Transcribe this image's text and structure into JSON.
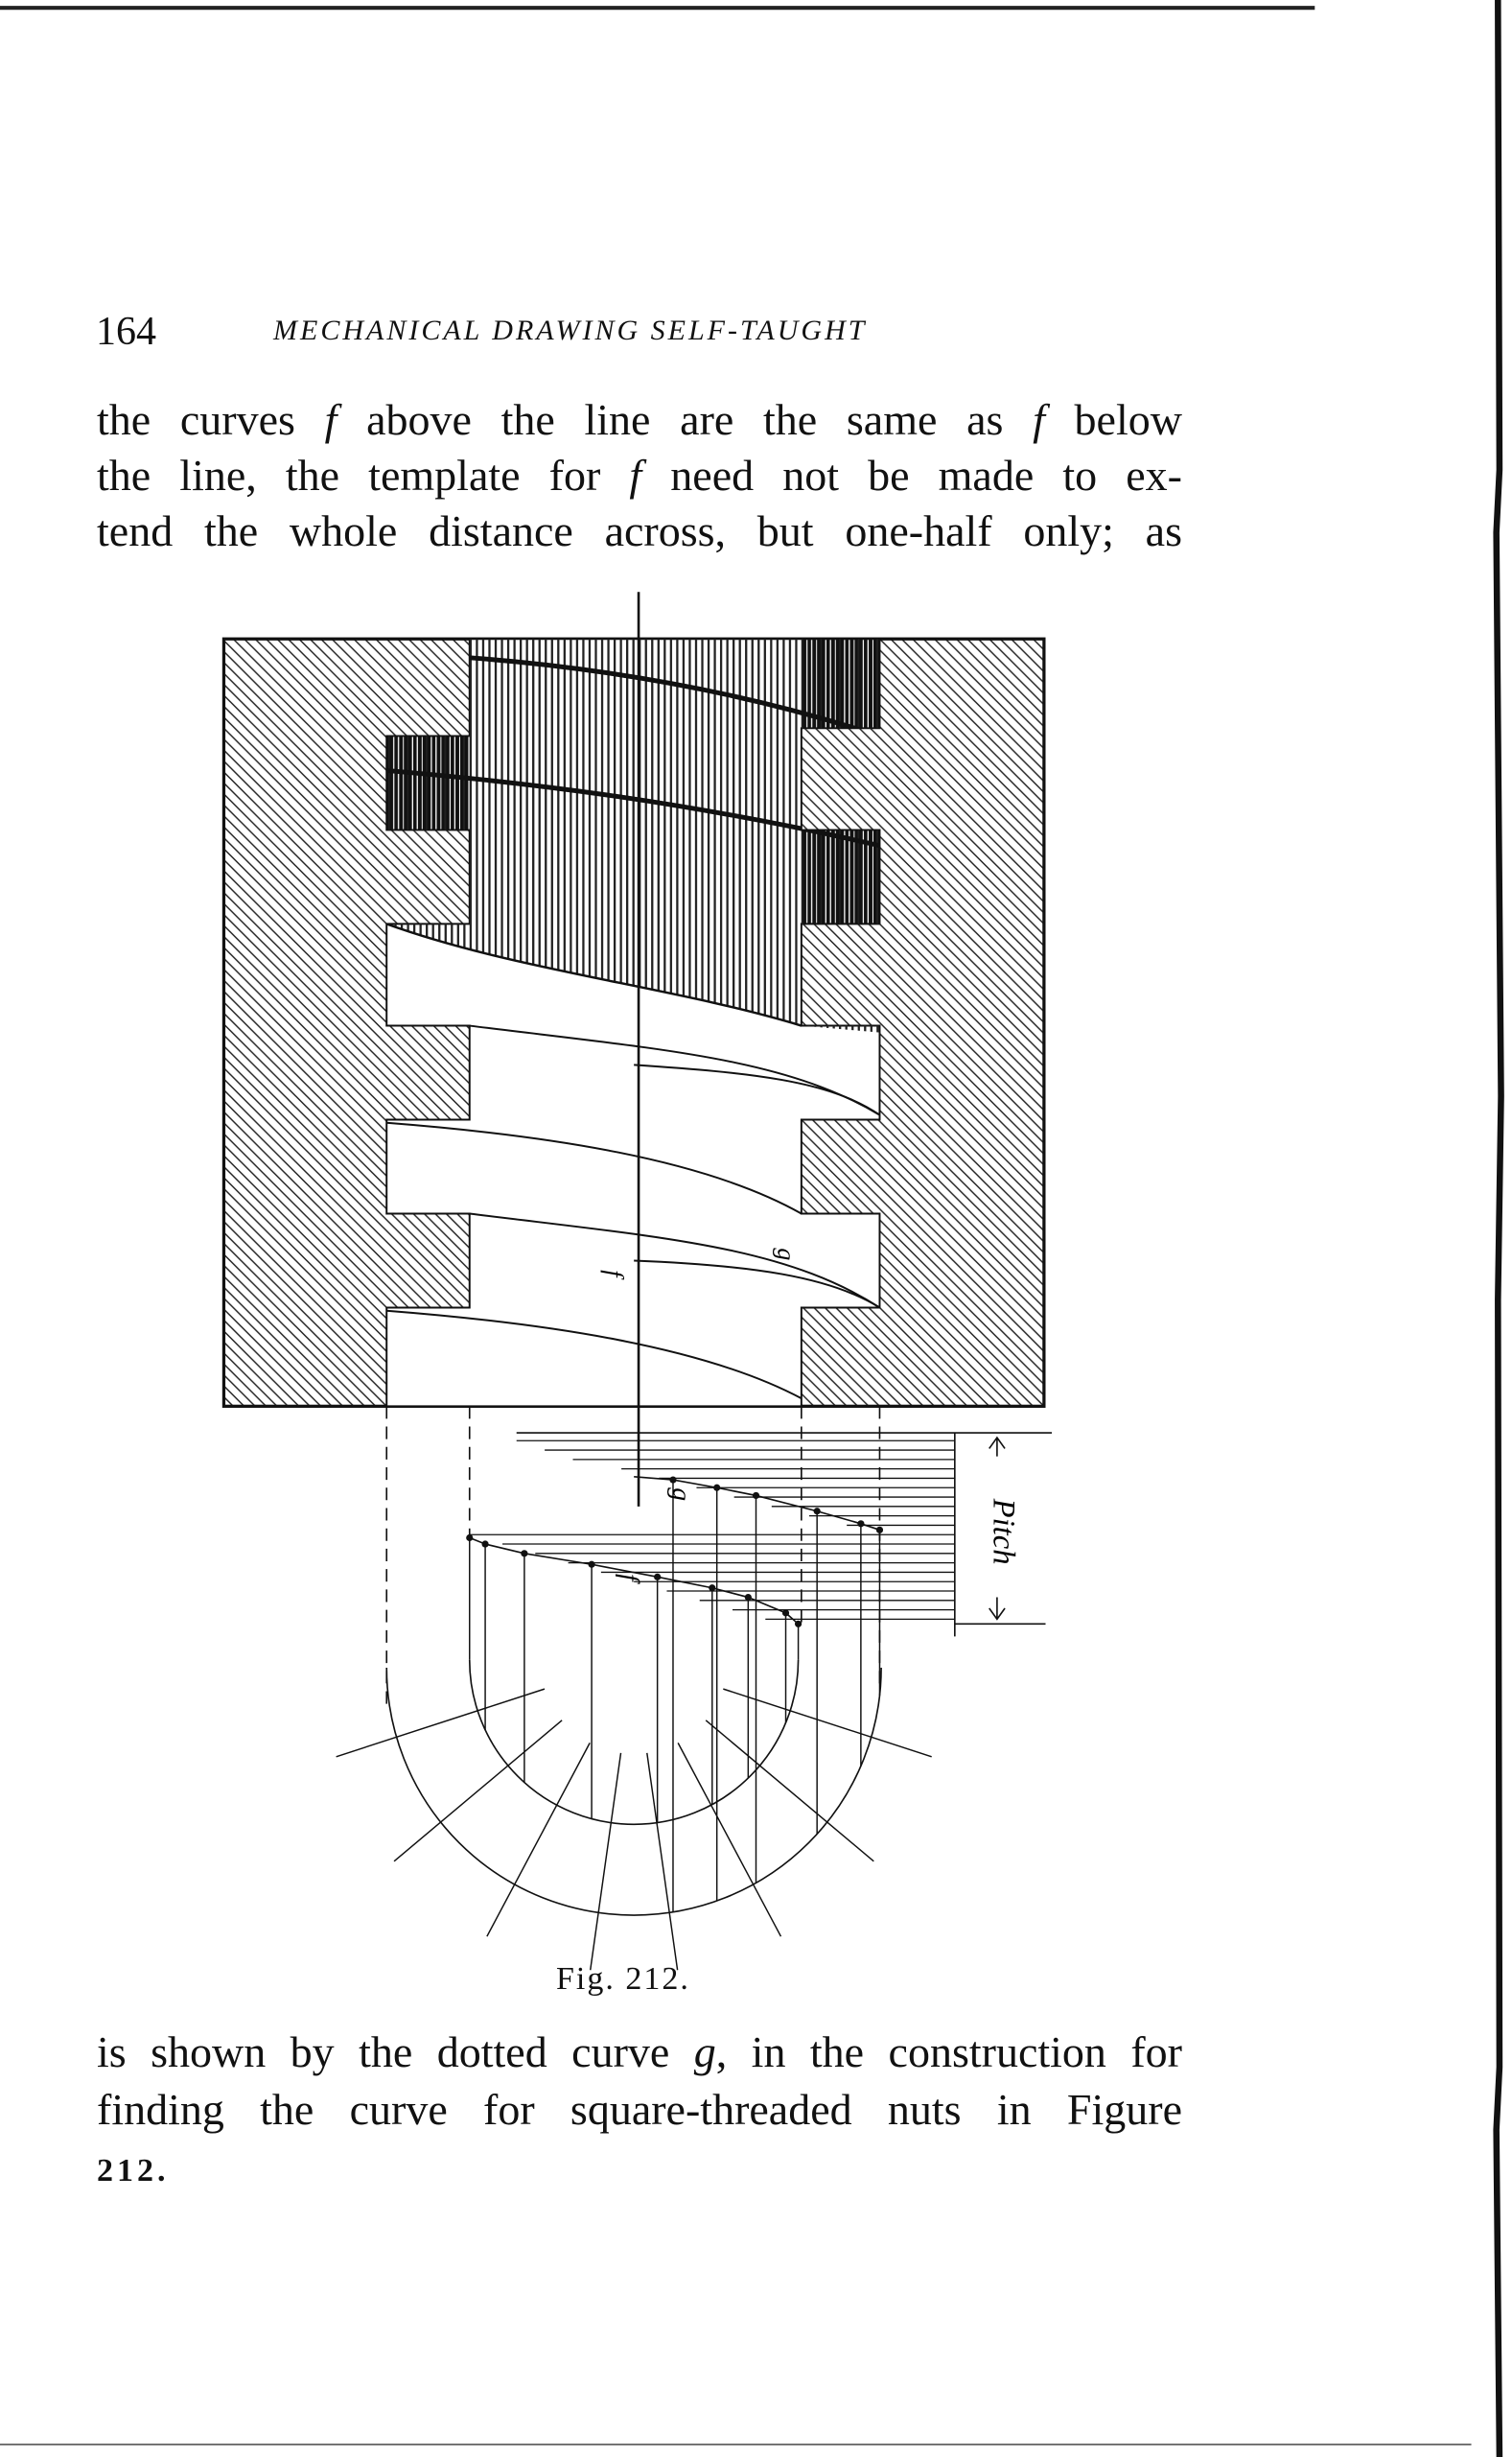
{
  "header": {
    "page_number": "164",
    "running_title": "MECHANICAL DRAWING SELF-TAUGHT"
  },
  "top_paragraph": {
    "line1": {
      "a": "the curves ",
      "f1": "f",
      "b": " above the line are the same as ",
      "f2": "f",
      "c": " below"
    },
    "line2": {
      "a": "the line, the template for ",
      "f1": "f",
      "b": " need not be made to ex-"
    },
    "line3": {
      "a": "tend the whole distance across, but one-half only; as"
    }
  },
  "figure": {
    "label_f_upper": "f",
    "label_g_upper": "g",
    "label_f_lower": "f",
    "label_g_lower": "g",
    "pitch_label": "Pitch",
    "caption": "Fig. 212."
  },
  "bottom_paragraph": {
    "line1": {
      "a": "is shown by the dotted curve ",
      "g": "g",
      "b": ", in the construction for"
    },
    "line2": {
      "a": "finding the curve for square-threaded nuts in Figure"
    },
    "line3": {
      "a": "212."
    }
  }
}
